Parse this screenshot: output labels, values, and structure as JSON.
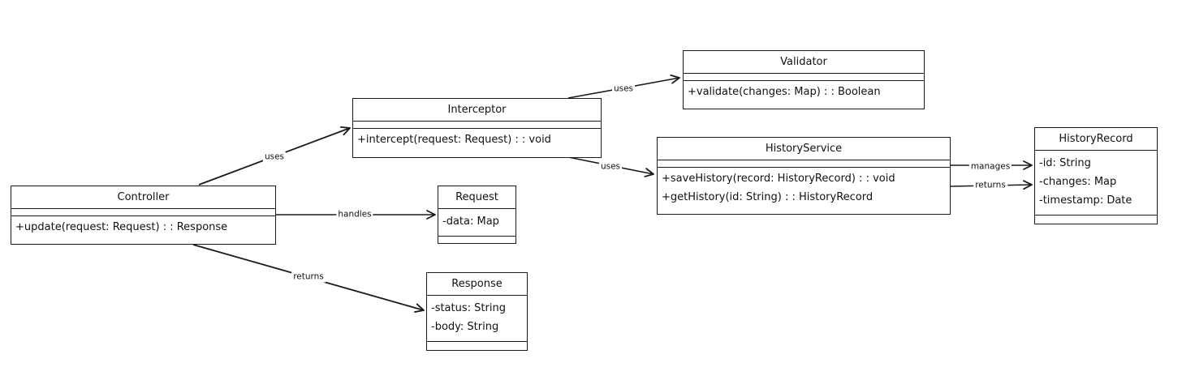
{
  "classes": {
    "controller": {
      "name": "Controller",
      "attributes": [],
      "methods": [
        "+update(request: Request) : : Response"
      ]
    },
    "interceptor": {
      "name": "Interceptor",
      "attributes": [],
      "methods": [
        "+intercept(request: Request) : : void"
      ]
    },
    "validator": {
      "name": "Validator",
      "attributes": [],
      "methods": [
        "+validate(changes: Map) : : Boolean"
      ]
    },
    "request": {
      "name": "Request",
      "attributes": [
        "-data: Map"
      ],
      "methods": []
    },
    "response": {
      "name": "Response",
      "attributes": [
        "-status: String",
        "-body: String"
      ],
      "methods": []
    },
    "history_service": {
      "name": "HistoryService",
      "attributes": [],
      "methods": [
        "+saveHistory(record: HistoryRecord) : : void",
        "+getHistory(id: String) : : HistoryRecord"
      ]
    },
    "history_record": {
      "name": "HistoryRecord",
      "attributes": [
        "-id: String",
        "-changes: Map",
        "-timestamp: Date"
      ],
      "methods": []
    }
  },
  "relations": {
    "controller_interceptor": {
      "label": "uses"
    },
    "controller_request": {
      "label": "handles"
    },
    "controller_response": {
      "label": "returns"
    },
    "interceptor_validator": {
      "label": "uses"
    },
    "interceptor_history": {
      "label": "uses"
    },
    "history_manages_record": {
      "label": "manages"
    },
    "history_returns_record": {
      "label": "returns"
    }
  }
}
